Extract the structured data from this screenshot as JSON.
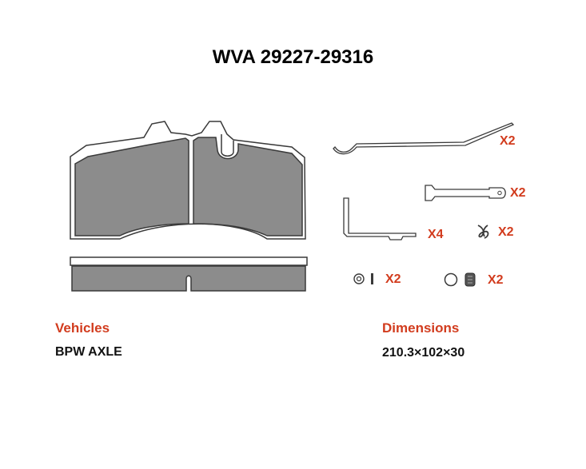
{
  "title": "WVA 29227-29316",
  "colors": {
    "accent": "#d23c1e",
    "pad_fill": "#8c8c8c",
    "outline": "#3a3a3a"
  },
  "accessories": {
    "spring_qty": "X2",
    "pin_qty": "X2",
    "bracket_qty": "X4",
    "clip_qty": "X2",
    "washer_qty": "X2",
    "ring_qty": "X2"
  },
  "vehicles": {
    "label": "Vehicles",
    "value": "BPW AXLE"
  },
  "dimensions": {
    "label": "Dimensions",
    "value": "210.3×102×30"
  }
}
